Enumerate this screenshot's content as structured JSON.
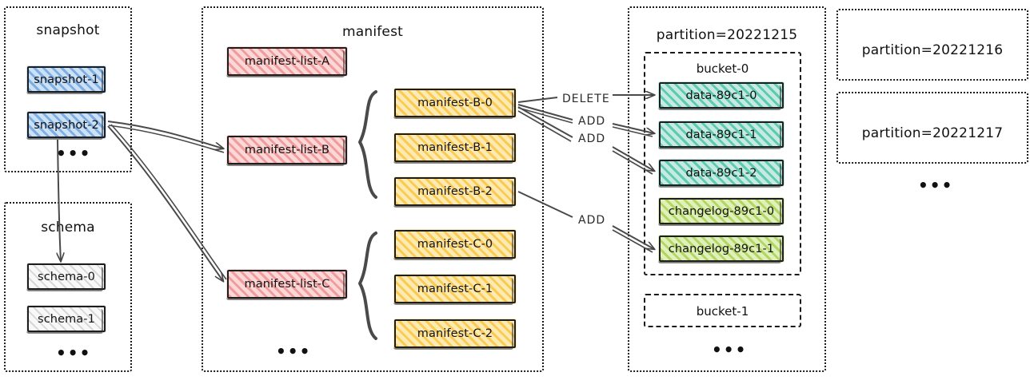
{
  "diagram": {
    "title": "iceberg-table-storage-layout",
    "sections": [
      {
        "id": "snapshot",
        "title": "snapshot"
      },
      {
        "id": "schema",
        "title": "schema"
      },
      {
        "id": "manifest",
        "title": "manifest"
      },
      {
        "id": "partition1",
        "title": "partition=20221215"
      },
      {
        "id": "partition2",
        "title": "partition=20221216"
      },
      {
        "id": "partition3",
        "title": "partition=20221217"
      }
    ],
    "buckets": [
      {
        "id": "bucket0",
        "title": "bucket-0"
      },
      {
        "id": "bucket1",
        "title": "bucket-1"
      }
    ],
    "nodes": {
      "snapshot_1": "snapshot-1",
      "snapshot_2": "snapshot-2",
      "schema_0": "schema-0",
      "schema_1": "schema-1",
      "manifest_list_a": "manifest-list-A",
      "manifest_list_b": "manifest-list-B",
      "manifest_list_c": "manifest-list-C",
      "manifest_b_0": "manifest-B-0",
      "manifest_b_1": "manifest-B-1",
      "manifest_b_2": "manifest-B-2",
      "manifest_c_0": "manifest-C-0",
      "manifest_c_1": "manifest-C-1",
      "manifest_c_2": "manifest-C-2",
      "data_0": "data-89c1-0",
      "data_1": "data-89c1-1",
      "data_2": "data-89c1-2",
      "changelog_0": "changelog-89c1-0",
      "changelog_1": "changelog-89c1-1"
    },
    "edge_labels": {
      "delete_1": "DELETE",
      "add_1": "ADD",
      "add_2": "ADD",
      "add_3": "ADD"
    },
    "ellipses": {
      "snapshot": "•••",
      "schema": "•••",
      "manifest": "•••",
      "partition1": "•••",
      "partitions": "•••"
    },
    "colors": {
      "snapshot_fill": "#78aae1",
      "schema_fill": "#cdcdcd",
      "manifest_list_fill": "#f09696",
      "manifest_fill": "#f9c84a",
      "data_fill": "#54c8ae",
      "changelog_fill": "#add55a",
      "stroke": "#1d1d1d",
      "background": "#ffffff"
    }
  }
}
